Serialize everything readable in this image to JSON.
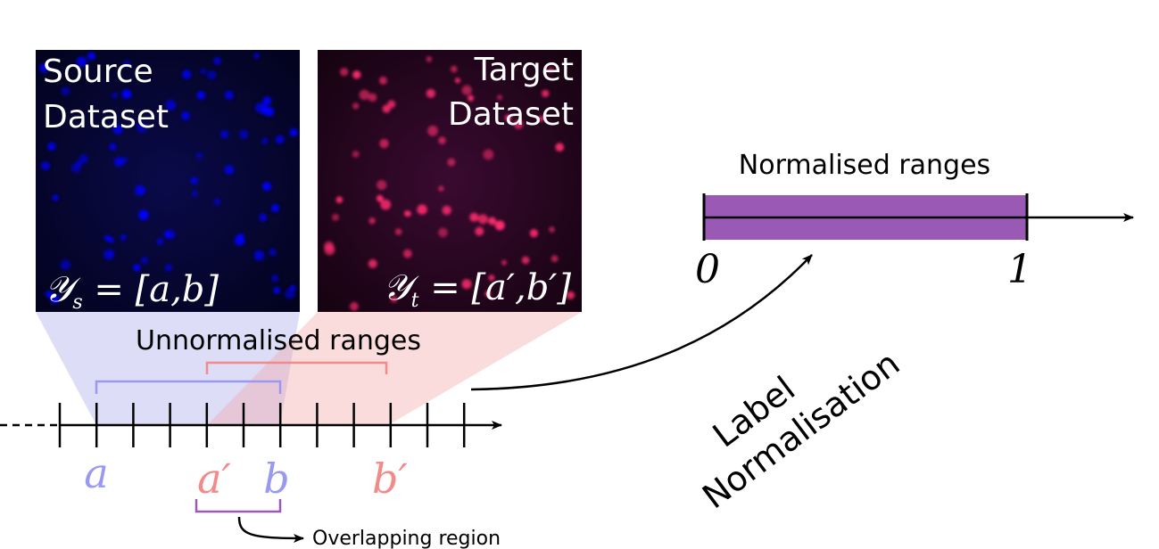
{
  "source_panel": {
    "title_line1": "Source",
    "title_line2": "Dataset",
    "label": "𝒴s = [a,b]",
    "label_main": "𝒴",
    "label_sub": "s",
    "label_rest": " = [a,b]",
    "tint_color": "#0000ff"
  },
  "target_panel": {
    "title_line1": "Target",
    "title_line2": "Dataset",
    "label_main": "𝒴",
    "label_sub": "t",
    "label_rest": " = [a′,b′]",
    "tint_color": "#ff2a6d"
  },
  "unnormalised": {
    "title": "Unnormalised ranges",
    "tick_labels": {
      "a": "a",
      "a_prime": "a′",
      "b": "b",
      "b_prime": "b′"
    },
    "overlap_label": "Overlapping region",
    "source_color": "#9999f2",
    "target_color": "#f28a8a",
    "overlap_color": "#9b59b6"
  },
  "arrow": {
    "label_line1": "Label",
    "label_line2": "Normalisation"
  },
  "normalised": {
    "title": "Normalised ranges",
    "start_label": "0",
    "end_label": "1",
    "bar_color": "#9b59b6"
  }
}
